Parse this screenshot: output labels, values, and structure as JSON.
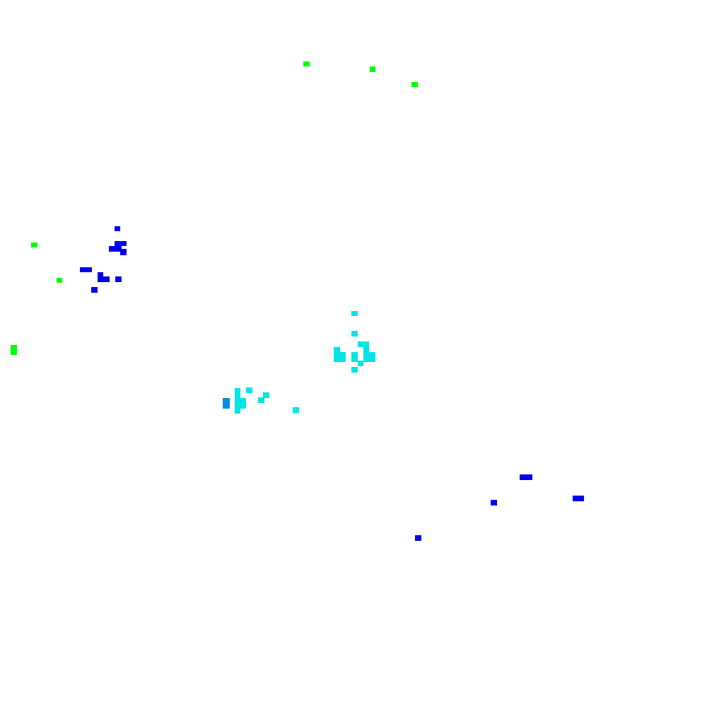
{
  "palette": {
    "background": "#ffffff",
    "green": "#00ff00",
    "blue": "#0000ee",
    "cyan": "#00e5e5",
    "mid_blue": "#0090e0"
  },
  "clusters": [
    {
      "name": "green-dots",
      "color_key": "green",
      "count": 6
    },
    {
      "name": "blue-dots-left",
      "color_key": "blue",
      "count": 9
    },
    {
      "name": "cyan-dots-center",
      "color_key": "cyan",
      "count": 13
    },
    {
      "name": "cyan-dots-lower",
      "color_key": "cyan",
      "count": 10
    },
    {
      "name": "blue-dots-right",
      "color_key": "blue",
      "count": 4
    }
  ]
}
